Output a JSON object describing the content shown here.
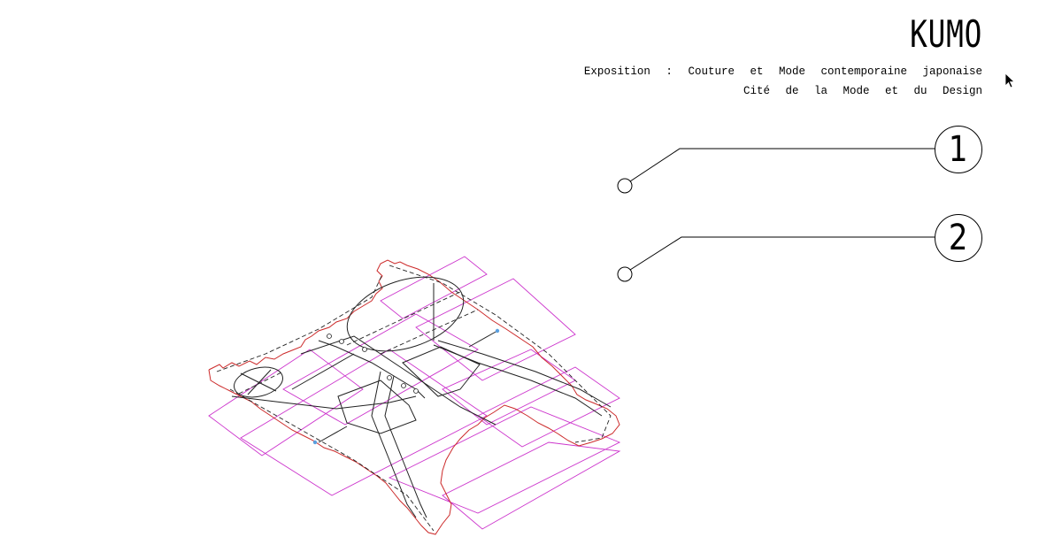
{
  "header": {
    "title": "KUMO",
    "subtitle_line1": "Exposition : Couture et Mode contemporaine japonaise",
    "subtitle_line2": "Cité de la Mode et du Design"
  },
  "callouts": [
    {
      "number": "1"
    },
    {
      "number": "2"
    }
  ],
  "colors": {
    "outline_red": "#cc2a2a",
    "guide_magenta": "#cc33cc",
    "line_black": "#222222",
    "marker_blue": "#5aa0e0"
  },
  "icons": [
    "mouse-pointer-icon"
  ]
}
